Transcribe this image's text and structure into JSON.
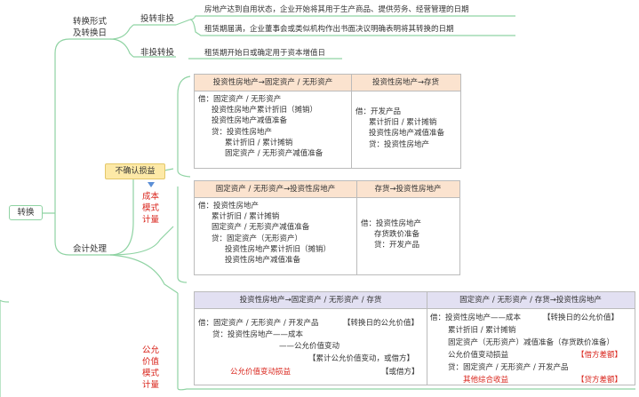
{
  "root": {
    "label": "转换"
  },
  "branch1": {
    "label_line1": "转换形式",
    "label_line2": "及转换日",
    "sub1": {
      "label": "投转非投",
      "items": [
        "房地产达到自用状态，企业开始将其用于生产商品、提供劳务、经营管理的日期",
        "租赁期届满，企业董事会或类似机构作出书面决议明确表明将其转换的日期"
      ]
    },
    "sub2": {
      "label": "非投转投",
      "items": [
        "租赁期开始日或确定用于资本增值日"
      ]
    }
  },
  "branch2": {
    "label": "会计处理",
    "callout": "不确认损益",
    "cost_model_label": [
      "成本",
      "模式",
      "计量"
    ],
    "fair_model_label": [
      "公允",
      "价值",
      "模式",
      "计量"
    ]
  },
  "table1": {
    "left_header": "投资性房地产→固定资产 / 无形资产",
    "right_header": "投资性房地产→存货",
    "left_lines": [
      {
        "text": "借：固定资产 / 无形资产",
        "indent": 0
      },
      {
        "text": "投资性房地产累计折旧（摊销）",
        "indent": 1
      },
      {
        "text": "投资性房地产减值准备",
        "indent": 1
      },
      {
        "text": "贷：投资性房地产",
        "indent": 1
      },
      {
        "text": "累计折旧 / 累计摊销",
        "indent": 2
      },
      {
        "text": "固定资产 / 无形资产减值准备",
        "indent": 2
      }
    ],
    "right_lines": [
      {
        "text": "借：开发产品",
        "indent": 0
      },
      {
        "text": "累计折旧 / 累计摊销",
        "indent": 1
      },
      {
        "text": "投资性房地产减值准备",
        "indent": 1
      },
      {
        "text": "贷：投资性房地产",
        "indent": 1
      }
    ]
  },
  "table2": {
    "left_header": "固定资产 / 无形资产→投资性房地产",
    "right_header": "存货→投资性房地产",
    "left_lines": [
      {
        "text": "借：投资性房地产",
        "indent": 0
      },
      {
        "text": "累计折旧 / 累计摊销",
        "indent": 1
      },
      {
        "text": "固定资产 / 无形资产减值准备",
        "indent": 1
      },
      {
        "text": "贷：固定资产（无形资产）",
        "indent": 1
      },
      {
        "text": "投资性房地产累计折旧（摊销）",
        "indent": 2
      },
      {
        "text": "投资性房地产减值准备",
        "indent": 2
      }
    ],
    "right_lines": [
      {
        "text": "借：投资性房地产",
        "indent": 0
      },
      {
        "text": "存货跌价准备",
        "indent": 1
      },
      {
        "text": "贷：开发产品",
        "indent": 1
      }
    ]
  },
  "table3": {
    "left_header": "投资性房地产→固定资产 / 无形资产 / 存货",
    "right_header": "固定资产 / 无形资产 / 存货→投资性房地产",
    "left": {
      "line1": "借：固定资产 / 无形资产 / 开发产品",
      "line1_note": "【转换日的公允价值】",
      "line2": "贷：投资性房地产——成本",
      "line3": "——公允价值变动",
      "line4_note": "【累计公允价值变动，或借方】",
      "line5": "公允价值变动损益",
      "line5_note": "【或借方】"
    },
    "right": {
      "line1": "借：投资性房地产——成本",
      "line1_note": "【转换日的公允价值】",
      "line2": "累计折旧 / 累计摊销",
      "line3": "固定资产（无形资产）减值准备（存货跌价准备）",
      "line4": "公允价值变动损益",
      "line4_note": "【借方差额】",
      "line5": "贷：固定资产 / 无形资产 / 开发产品",
      "line6": "其他综合收益",
      "line6_note": "【贷方差额】"
    }
  },
  "colors": {
    "line": "#8fd3a3",
    "red": "#d9251c",
    "orange_header": "#fbe3cf",
    "purple_header": "#e2e0f2",
    "callout": "#fde9a7"
  }
}
